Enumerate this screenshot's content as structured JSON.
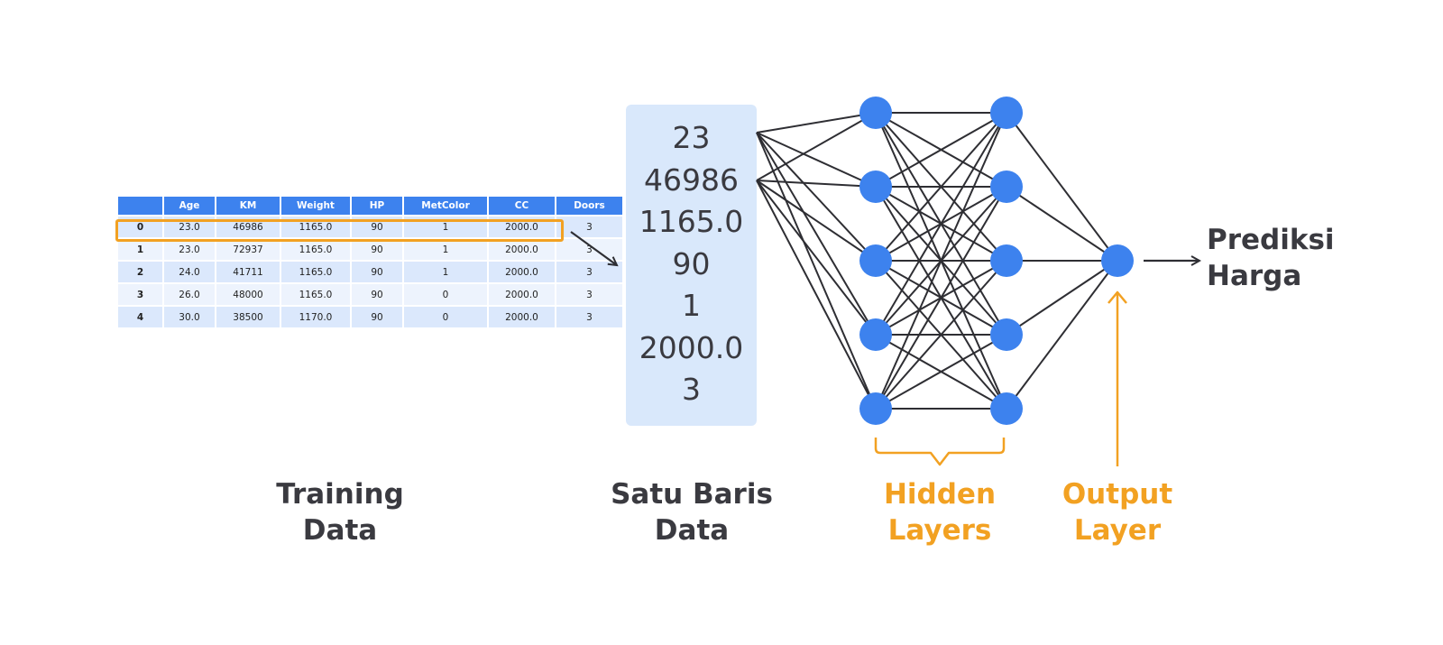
{
  "table": {
    "columns": [
      "",
      "Age",
      "KM",
      "Weight",
      "HP",
      "MetColor",
      "CC",
      "Doors"
    ],
    "rows": [
      [
        "0",
        "23.0",
        "46986",
        "1165.0",
        "90",
        "1",
        "2000.0",
        "3"
      ],
      [
        "1",
        "23.0",
        "72937",
        "1165.0",
        "90",
        "1",
        "2000.0",
        "3"
      ],
      [
        "2",
        "24.0",
        "41711",
        "1165.0",
        "90",
        "1",
        "2000.0",
        "3"
      ],
      [
        "3",
        "26.0",
        "48000",
        "1165.0",
        "90",
        "0",
        "2000.0",
        "3"
      ],
      [
        "4",
        "30.0",
        "38500",
        "1170.0",
        "90",
        "0",
        "2000.0",
        "3"
      ]
    ],
    "highlighted_row": 0
  },
  "row_values": [
    "23",
    "46986",
    "1165.0",
    "90",
    "1",
    "2000.0",
    "3"
  ],
  "network": {
    "hidden_layer_sizes": [
      5,
      5
    ],
    "output_size": 1,
    "input_sources": 2
  },
  "labels": {
    "training_data": [
      "Training",
      "Data"
    ],
    "row_data": [
      "Satu Baris",
      "Data"
    ],
    "hidden_layers": [
      "Hidden",
      "Layers"
    ],
    "output_layer": [
      "Output",
      "Layer"
    ],
    "prediction": [
      "Prediksi",
      "Harga"
    ]
  },
  "colors": {
    "node": "#3d82ee",
    "table_header": "#3d82ee",
    "accent_orange": "#f2a122",
    "row_box": "#d9e8fb",
    "text_dark": "#3a3a40",
    "edge": "#2e2e33"
  }
}
